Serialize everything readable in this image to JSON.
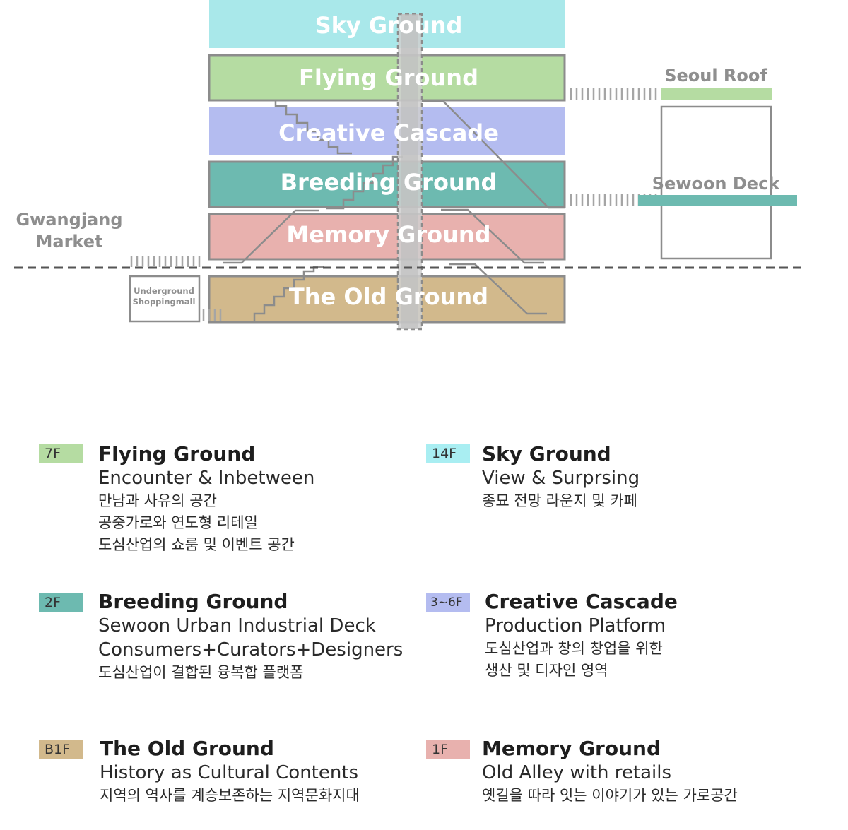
{
  "diagram": {
    "floors": {
      "sky": "Sky Ground",
      "flying": "Flying Ground",
      "creative": "Creative Cascade",
      "breeding": "Breeding Ground",
      "memory": "Memory Ground",
      "old": "The Old Ground"
    },
    "labels": {
      "gwangjang_line1": "Gwangjang",
      "gwangjang_line2": "Market",
      "seoul_roof": "Seoul Roof",
      "sewoon_deck": "Sewoon Deck",
      "underground_line1": "Underground",
      "underground_line2": "Shoppingmall"
    },
    "colors": {
      "sky": "#a9e8ea",
      "flying": "#b5dca2",
      "creative": "#b4bcf0",
      "breeding": "#6dbab0",
      "memory": "#e8b1ae",
      "old": "#d2b98c",
      "outline": "#8c8c8c",
      "label_gray": "#8e8e8e"
    }
  },
  "legend": [
    {
      "tag": "7F",
      "tag_color": "#b5dca2",
      "title": "Flying Ground",
      "subtitle": "Encounter & Inbetween",
      "korean": [
        "만남과 사유의 공간",
        "공중가로와 연도형 리테일",
        "도심산업의 쇼룸 및 이벤트 공간"
      ]
    },
    {
      "tag": "14F",
      "tag_color": "#a9eef2",
      "title": "Sky Ground",
      "subtitle": "View & Surprsing",
      "korean": [
        "종묘 전망 라운지 및 카페"
      ]
    },
    {
      "tag": "2F",
      "tag_color": "#6dbab0",
      "title": "Breeding Ground",
      "subtitle": "Sewoon Urban Industrial Deck",
      "subtitle2": "Consumers+Curators+Designers",
      "korean": [
        "도심산업이 결합된 융복합 플랫폼"
      ]
    },
    {
      "tag": "3~6F",
      "tag_color": "#b4bcf0",
      "title": "Creative Cascade",
      "subtitle": "Production Platform",
      "korean": [
        "도심산업과 창의 창업을 위한",
        "생산 및 디자인 영역"
      ]
    },
    {
      "tag": "B1F",
      "tag_color": "#d2b98c",
      "title": "The Old Ground",
      "subtitle": "History as Cultural Contents",
      "korean": [
        "지역의 역사를 계승보존하는 지역문화지대"
      ]
    },
    {
      "tag": "1F",
      "tag_color": "#e8b1ae",
      "title": "Memory Ground",
      "subtitle": "Old Alley with retails",
      "korean": [
        "옛길을 따라 잇는 이야기가 있는 가로공간"
      ]
    }
  ]
}
